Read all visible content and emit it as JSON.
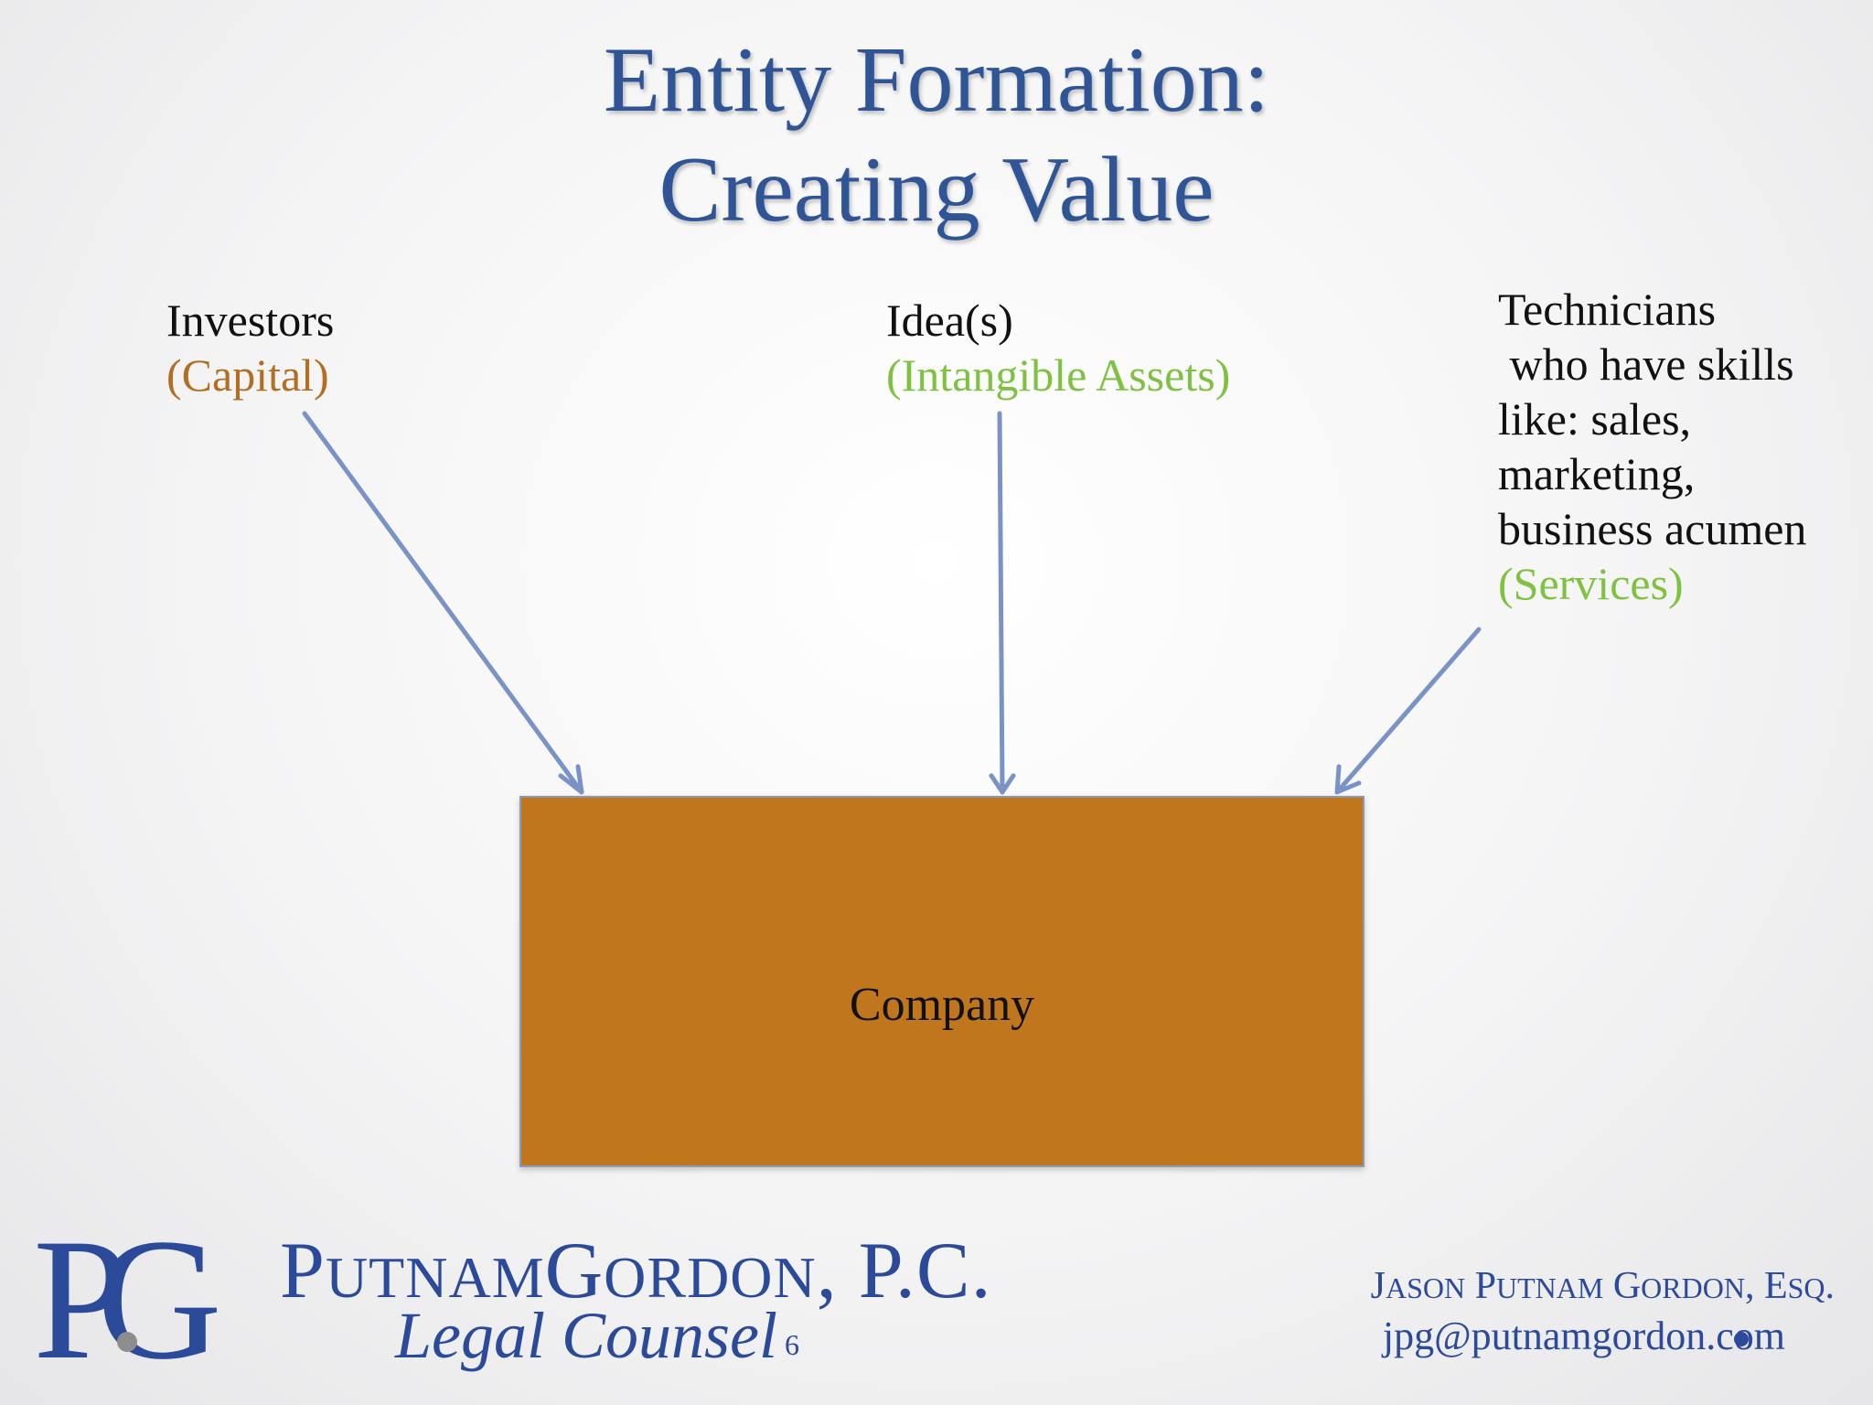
{
  "slide": {
    "title_line1": "Entity Formation:",
    "title_line2": "Creating Value",
    "page_number": "6"
  },
  "inputs": [
    {
      "label": "Investors",
      "sub": "(Capital)",
      "sub_color": "#b06f22"
    },
    {
      "label": "Idea(s)",
      "sub": "(Intangible Assets)",
      "sub_color": "#7fc241"
    },
    {
      "lines": [
        "Technicians",
        " who have skills",
        "like: sales,",
        "marketing,",
        "business acumen"
      ],
      "sub": "(Services)",
      "sub_color": "#7fc241"
    }
  ],
  "company": {
    "label": "Company",
    "fill": "#bf761c"
  },
  "arrow_color": "#7a93c7",
  "footer": {
    "logo_text": "PG",
    "firm_name_p": "P",
    "firm_name_utnam": "UTNAM",
    "firm_name_g": "G",
    "firm_name_rest": "ORDON",
    "firm_name_suffix": ", P.C.",
    "firm_tagline": "Legal Counsel",
    "contact_j": "J",
    "contact_ason": "ASON",
    "contact_p": "P",
    "contact_utnam": "UTNAM",
    "contact_g": "G",
    "contact_ordon": "ORDON",
    "contact_comma": ", E",
    "contact_sq": "SQ",
    "contact_dot": ".",
    "email": "jpg@putnamgordon.com"
  }
}
